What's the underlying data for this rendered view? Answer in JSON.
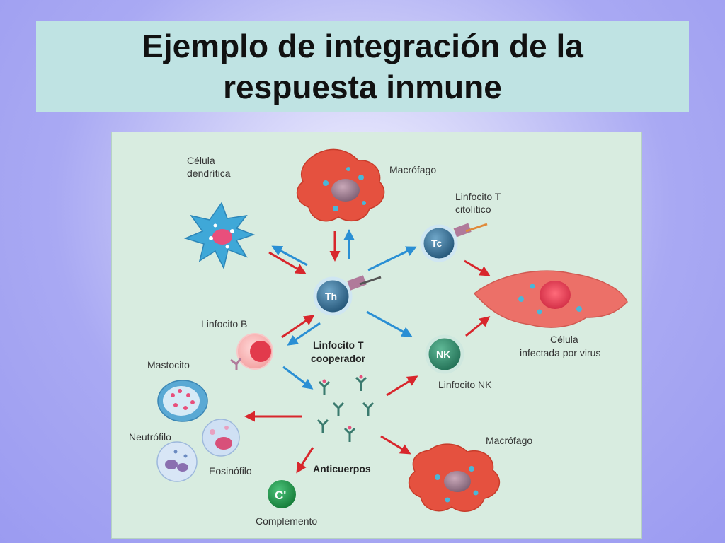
{
  "title": {
    "line1": "Ejemplo de integración de la",
    "line2": "respuesta inmune"
  },
  "diagram": {
    "labels": {
      "dendritic_line1": "Célula",
      "dendritic_line2": "dendrítica",
      "macrophage_top": "Macrófago",
      "tc_line1": "Linfocito T",
      "tc_line2": "citolítico",
      "infected_line1": "Célula",
      "infected_line2": "infectada por virus",
      "b_cell": "Linfocito B",
      "th_line1": "Linfocito T",
      "th_line2": "cooperador",
      "nk": "Linfocito NK",
      "mastocito": "Mastocito",
      "neutrofilo": "Neutrófilo",
      "eosinofilo": "Eosinófilo",
      "macrophage_bottom": "Macrófago",
      "antibodies": "Anticuerpos",
      "complement": "Complemento"
    },
    "cell_marks": {
      "th": "Th",
      "tc": "Tc",
      "nk": "NK",
      "complement": "C'"
    },
    "colors": {
      "background": "#d8ece0",
      "arrow_red": "#d8262c",
      "arrow_blue": "#2a8fd4",
      "macrophage": "#e5513f",
      "dendritic": "#3fa8d8",
      "infected_cell": "#ec7068",
      "th_cell": "#2e6c96",
      "nk_cell": "#2f8c6e",
      "complement": "#1f9a4a",
      "b_cell": "#f08a8a"
    }
  }
}
